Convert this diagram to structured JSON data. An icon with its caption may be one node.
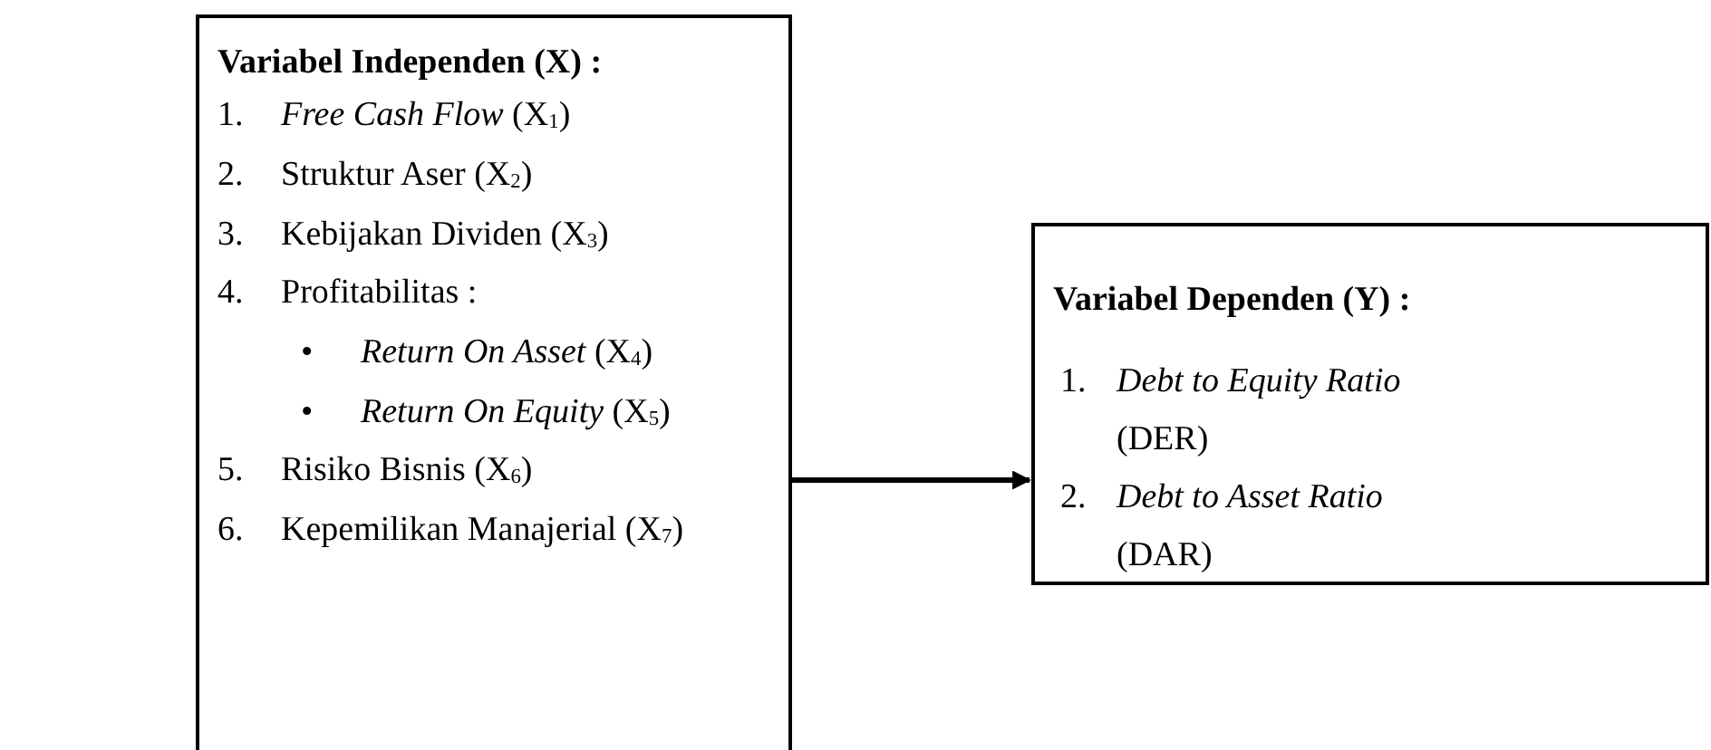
{
  "diagram": {
    "nodes": [
      {
        "text": [
          "Variabel Independen (X) :",
          "1. *Free Cash Flow* (X$_{1}$)",
          "2. Struktur Aser (X$_{2}$)",
          "3. Kebijakan Dividen (X$_{3}$)",
          "4. Profitabilitas :",
          "• *Return On Asset* (X$_{4}$)",
          "• *Return On Equity* (X$_{5}$)",
          "5. Risiko Bisnis (X$_{6}$)",
          "6. Kepemilikan Manajerial (X$_{7}$)"
        ]
      },
      {
        "text": [
          "Variabel Dependen (Y) :",
          "1. *Debt to Equity Ratio* (DER)",
          "2. *Debt to Asset Ratio* (DAR)"
        ]
      }
    ],
    "edges": [
      {
        "from": 0,
        "to": 1,
        "arrow": "to"
      }
    ]
  }
}
